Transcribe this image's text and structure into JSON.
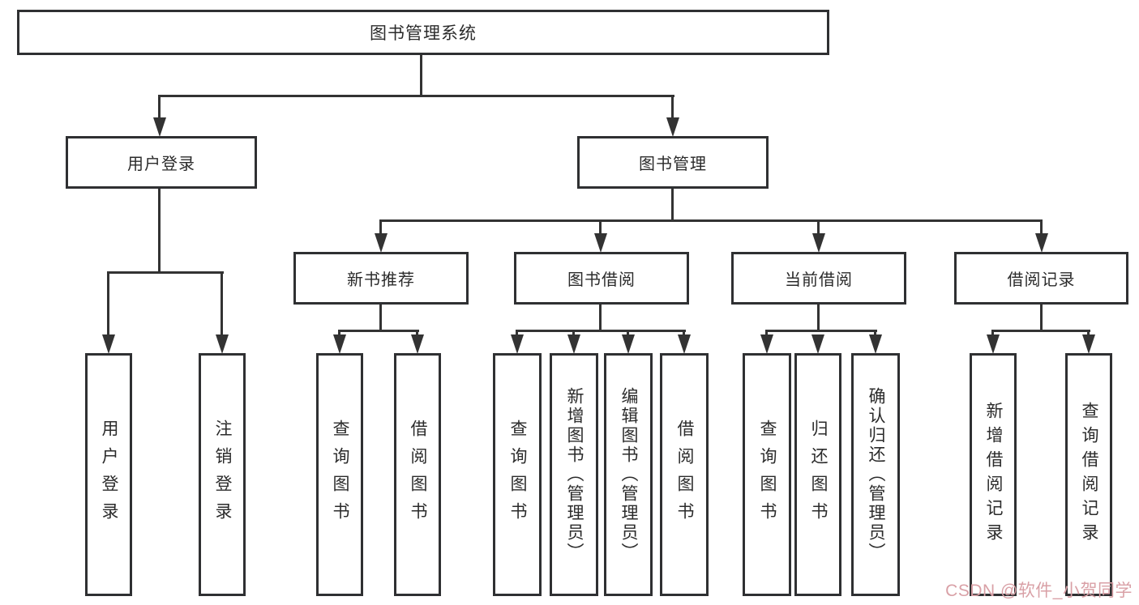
{
  "diagram": {
    "root": {
      "label": "图书管理系统"
    },
    "branches": [
      {
        "label": "用户登录",
        "children": [
          {
            "label": "用户登录"
          },
          {
            "label": "注销登录"
          }
        ]
      },
      {
        "label": "图书管理",
        "children": [
          {
            "label": "新书推荐",
            "children": [
              {
                "label": "查询图书"
              },
              {
                "label": "借阅图书"
              }
            ]
          },
          {
            "label": "图书借阅",
            "children": [
              {
                "label": "查询图书"
              },
              {
                "label": "新增图书（管理员）"
              },
              {
                "label": "编辑图书（管理员）"
              },
              {
                "label": "借阅图书"
              }
            ]
          },
          {
            "label": "当前借阅",
            "children": [
              {
                "label": "查询图书"
              },
              {
                "label": "归还图书"
              },
              {
                "label": "确认归还（管理员）"
              }
            ]
          },
          {
            "label": "借阅记录",
            "children": [
              {
                "label": "新增借阅记录"
              },
              {
                "label": "查询借阅记录"
              }
            ]
          }
        ]
      }
    ]
  },
  "watermark": {
    "text": "CSDN @软件_小贺同学"
  },
  "colors": {
    "line": "#333333",
    "box_border": "#2f3032",
    "watermark": "#d9a0a6",
    "background": "#ffffff"
  }
}
